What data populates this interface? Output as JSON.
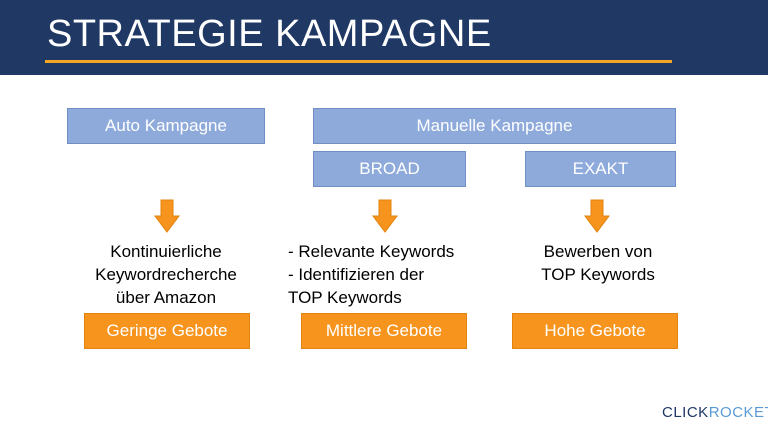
{
  "header": {
    "title": "STRATEGIE KAMPAGNE"
  },
  "colors": {
    "header_bg": "#1f3864",
    "accent": "#f5a623",
    "box_blue": "#8eaadb",
    "box_orange": "#f7941d"
  },
  "campaigns": {
    "auto": {
      "label": "Auto Kampagne"
    },
    "manual": {
      "label": "Manuelle Kampagne",
      "broad": "BROAD",
      "exakt": "EXAKT"
    }
  },
  "columns": [
    {
      "arrow_icon": "down-arrow-icon",
      "description": [
        "Kontinuierliche",
        "Keywordrecherche",
        "über Amazon"
      ],
      "bid": "Geringe Gebote"
    },
    {
      "arrow_icon": "down-arrow-icon",
      "description": [
        "- Relevante Keywords",
        "- Identifizieren der",
        "TOP Keywords"
      ],
      "bid": "Mittlere Gebote"
    },
    {
      "arrow_icon": "down-arrow-icon",
      "description": [
        "Bewerben von",
        "TOP Keywords"
      ],
      "bid": "Hohe Gebote"
    }
  ],
  "logo": {
    "part1": "CLICK",
    "part2": "ROCKET"
  }
}
